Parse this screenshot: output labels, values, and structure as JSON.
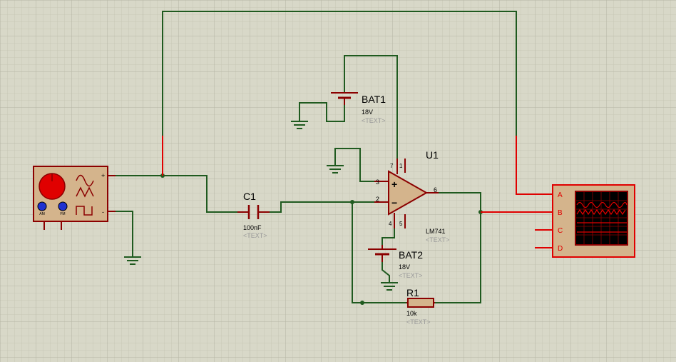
{
  "colors": {
    "background": "#d8d8c8",
    "grid_minor": "#c7c7b6",
    "grid_major": "#b5b5a3",
    "wire": "#1f5a1f",
    "pin": "#e00000",
    "component_outline": "#8b0000",
    "component_fill": "#d4b48c",
    "label_text": "#000000",
    "placeholder_text": "#9a9a9a",
    "scope_screen": "#000000",
    "scope_trace": "#e00000",
    "knob": "#e00000",
    "selector_buttons": "#2030d0"
  },
  "components": {
    "bat1": {
      "name": "BAT1",
      "value": "18V",
      "text": "<TEXT>"
    },
    "bat2": {
      "name": "BAT2",
      "value": "18V",
      "text": "<TEXT>"
    },
    "c1": {
      "name": "C1",
      "value": "100nF",
      "text": "<TEXT>"
    },
    "r1": {
      "name": "R1",
      "value": "10k",
      "text": "<TEXT>"
    },
    "u1": {
      "name": "U1",
      "value": "LM741",
      "text": "<TEXT>",
      "pins": {
        "p7": "7",
        "p1": "1",
        "p3": "3",
        "p2": "2",
        "p6": "6",
        "p4": "4",
        "p5": "5"
      },
      "plus": "+",
      "minus": "−"
    }
  },
  "generator": {
    "terminal_plus": "+",
    "terminal_minus": "-",
    "button_left": "AM",
    "button_right": "FM"
  },
  "oscilloscope": {
    "channels": [
      "A",
      "B",
      "C",
      "D"
    ]
  }
}
